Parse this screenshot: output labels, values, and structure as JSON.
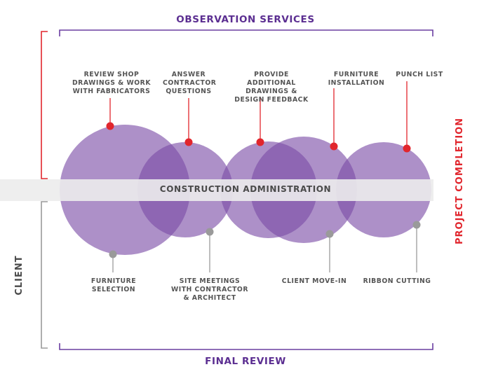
{
  "labels": {
    "top_title": "OBSERVATION SERVICES",
    "bottom_title": "FINAL REVIEW",
    "band": "CONSTRUCTION ADMINISTRATION",
    "left_vertical": "CLIENT",
    "right_vertical": "PROJECT COMPLETION"
  },
  "top_items": [
    "REVIEW SHOP DRAWINGS & WORK WITH FABRICATORS",
    "ANSWER CONTRACTOR QUESTIONS",
    "PROVIDE ADDITIONAL DRAWINGS & DESIGN FEEDBACK",
    "FURNITURE INSTALLATION",
    "PUNCH LIST"
  ],
  "bottom_items": [
    "FURNITURE SELECTION",
    "SITE MEETINGS WITH CONTRACTOR & ARCHITECT",
    "CLIENT MOVE-IN",
    "RIBBON CUTTING"
  ],
  "colors": {
    "purple_title": "#5b2e91",
    "bracket_purple": "#6a3ea1",
    "red": "#e1262d",
    "gray": "#9a9a9a",
    "circle_fill": "#7a4ca6",
    "band": "#ececec"
  }
}
